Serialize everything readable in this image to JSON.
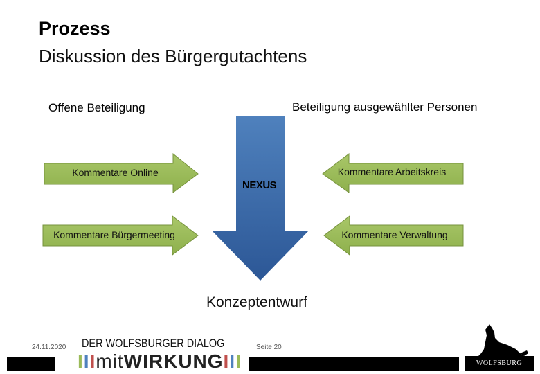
{
  "title": "Prozess",
  "subtitle": "Diskussion des Bürgergutachtens",
  "left_heading": "Offene Beteiligung",
  "right_heading": "Beteiligung ausgewählter Personen",
  "inputs_left": [
    "Kommentare Online",
    "Kommentare Bürgermeeting"
  ],
  "inputs_right": [
    "Kommentare Arbeitskreis",
    "Kommentare Verwaltung"
  ],
  "center_label": "NEXUS",
  "result": "Konzeptentwurf",
  "footer": {
    "date": "24.11.2020",
    "page": "Seite 20",
    "brand_line1": "DER WOLFSBURGER DIALOG",
    "brand_prefix": "mit",
    "brand_main": "WIRKUNG",
    "city": "WOLFSBURG"
  },
  "colors": {
    "green_arrow": "#9bbb59",
    "green_arrow_border": "#76923c",
    "blue_arrow_top": "#4f81bd",
    "blue_arrow_bottom": "#2c5796"
  },
  "icons": [
    "wolf-logo-icon"
  ]
}
